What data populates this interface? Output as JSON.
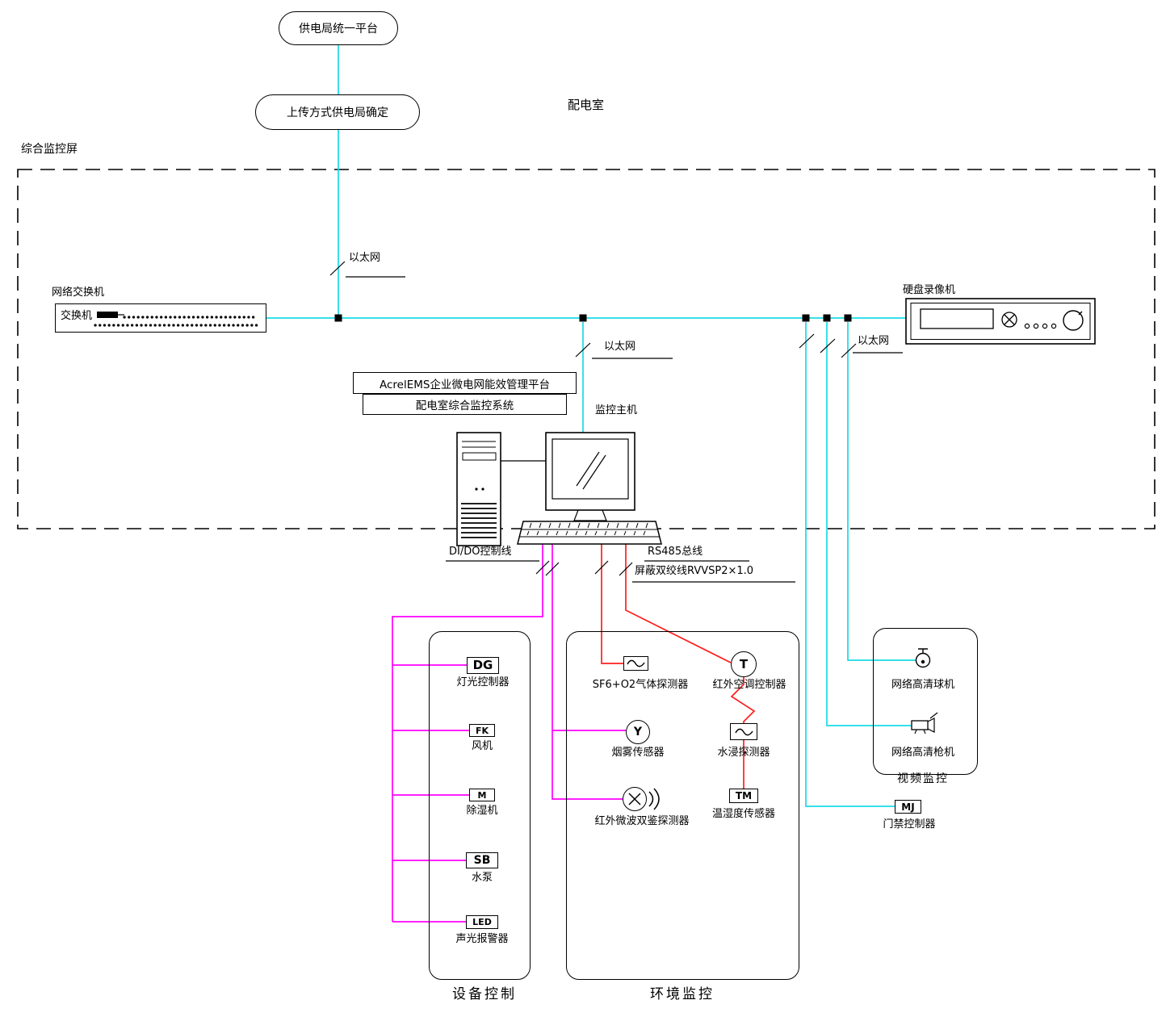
{
  "colors": {
    "ethernet": "#19dbe6",
    "dido": "#ff00ff",
    "rs485": "#ff1f1f",
    "stroke": "#000000",
    "background": "#ffffff"
  },
  "top_nodes": {
    "bureau_platform": "供电局统一平台",
    "upload_method": "上传方式供电局确定"
  },
  "area_labels": {
    "room": "配电室",
    "screen": "综合监控屏"
  },
  "network": {
    "switch_title": "网络交换机",
    "switch_label": "交换机",
    "dvr_title": "硬盘录像机",
    "ethernet_top": "以太网",
    "ethernet_mid": "以太网",
    "ethernet_right": "以太网"
  },
  "platform_box": {
    "line1": "AcrelEMS企业微电网能效管理平台",
    "line2": "配电室综合监控系统",
    "host": "监控主机"
  },
  "bus_labels": {
    "dido": "DI/DO控制线",
    "rs485": "RS485总线",
    "cable": "屏蔽双绞线RVVSP2×1.0"
  },
  "device_control": {
    "title": "设备控制",
    "items": [
      {
        "code": "DG",
        "label": "灯光控制器"
      },
      {
        "code": "FK",
        "label": "风机"
      },
      {
        "code": "M",
        "label": "除湿机"
      },
      {
        "code": "SB",
        "label": "水泵"
      },
      {
        "code": "LED",
        "label": "声光报警器"
      }
    ]
  },
  "environment": {
    "title": "环境监控",
    "items": [
      {
        "label": "SF6+O2气体探测器"
      },
      {
        "code": "T",
        "label": "红外空调控制器"
      },
      {
        "code": "Y",
        "label": "烟雾传感器"
      },
      {
        "label": "水浸探测器"
      },
      {
        "label": "红外微波双鉴探测器"
      },
      {
        "code": "TM",
        "label": "温湿度传感器"
      }
    ]
  },
  "video": {
    "title": "视频监控",
    "dome": "网络高清球机",
    "bullet": "网络高清枪机"
  },
  "access_control": {
    "code": "MJ",
    "label": "门禁控制器"
  },
  "icons": {
    "gas_detector": "wave-box-icon",
    "water_detector": "wave-box-icon",
    "dual_detector": "circle-x-sound-icon",
    "dome_camera": "dome-camera-icon",
    "bullet_camera": "bullet-camera-icon",
    "switch_ports": "port-dots-icon",
    "dvr_front": "dvr-front-panel-icon",
    "workstation": "computer-tower-monitor-keyboard-icon"
  }
}
